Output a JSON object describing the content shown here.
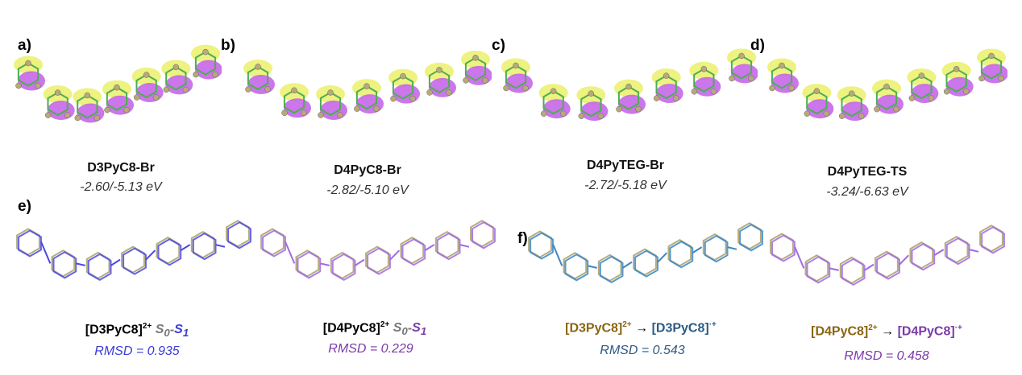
{
  "panels_top": [
    {
      "tag": "a)",
      "name": "D3PyC8-Br",
      "energy": "-2.60/-5.13 eV"
    },
    {
      "tag": "b)",
      "name": "D4PyC8-Br",
      "energy": "-2.82/-5.10 eV"
    },
    {
      "tag": "c)",
      "name": "D4PyTEG-Br",
      "energy": "-2.72/-5.18 eV"
    },
    {
      "tag": "d)",
      "name": "D4PyTEG-TS",
      "energy": "-3.24/-6.63 eV"
    }
  ],
  "panels_bottom": {
    "e_tag": "e)",
    "f_tag": "f)",
    "items": [
      {
        "species": "[D3PyC8]",
        "charge": "2+",
        "s0": "S",
        "s0sub": "0",
        "dash": "-",
        "s1": "S",
        "s1sub": "1",
        "rmsd": "RMSD = 0.935",
        "color": "#3b3bd6"
      },
      {
        "species": "[D4PyC8]",
        "charge": "2+",
        "s0": "S",
        "s0sub": "0",
        "dash": "-",
        "s1": "S",
        "s1sub": "1",
        "rmsd": "RMSD = 0.229",
        "color": "#7a3aa8"
      },
      {
        "from": "[D3PyC8]",
        "from_charge": "2+",
        "arrow": "→",
        "to": "[D3PyC8]",
        "to_charge": "·+",
        "rmsd": "RMSD = 0.543",
        "color": "#2c5a85",
        "from_color": "#8a6510"
      },
      {
        "from": "[D4PyC8]",
        "from_charge": "2+",
        "arrow": "→",
        "to": "[D4PyC8]",
        "to_charge": "·+",
        "rmsd": "RMSD = 0.458",
        "color": "#7a3aa8",
        "from_color": "#8a6510"
      }
    ]
  },
  "colors": {
    "lobe_pos": "#c25ee8",
    "lobe_neg": "#e6ec4a",
    "ring": "#b8a978"
  }
}
